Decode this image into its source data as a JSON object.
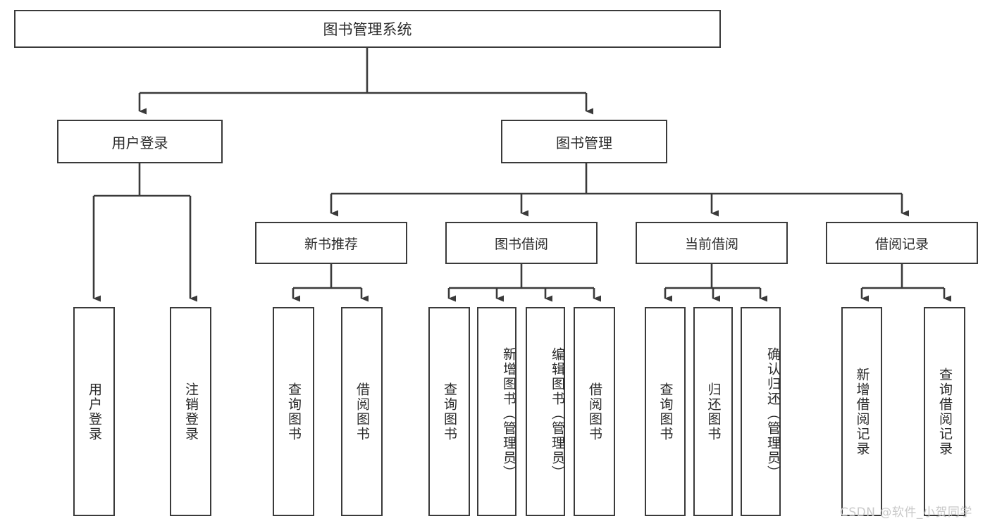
{
  "diagram": {
    "title": "图书管理系统",
    "root": {
      "label": "图书管理系统"
    },
    "level1": [
      {
        "label": "用户登录"
      },
      {
        "label": "图书管理"
      }
    ],
    "level2": [
      {
        "label": "新书推荐"
      },
      {
        "label": "图书借阅"
      },
      {
        "label": "当前借阅"
      },
      {
        "label": "借阅记录"
      }
    ],
    "leaves": [
      {
        "label": "用户登录"
      },
      {
        "label": "注销登录"
      },
      {
        "label": "查询图书"
      },
      {
        "label": "借阅图书"
      },
      {
        "label": "查询图书"
      },
      {
        "label": "新增图书（管理员）"
      },
      {
        "label": "编辑图书（管理员）"
      },
      {
        "label": "借阅图书"
      },
      {
        "label": "查询图书"
      },
      {
        "label": "归还图书"
      },
      {
        "label": "确认归还（管理员）"
      },
      {
        "label": "新增借阅记录"
      },
      {
        "label": "查询借阅记录"
      }
    ]
  },
  "watermark": {
    "text": "CSDN @软件_小贺同学",
    "color": "#c9c9c9"
  },
  "style": {
    "border_color": "#3a3a3a",
    "text_color": "#2b2b2b",
    "background": "#ffffff"
  }
}
